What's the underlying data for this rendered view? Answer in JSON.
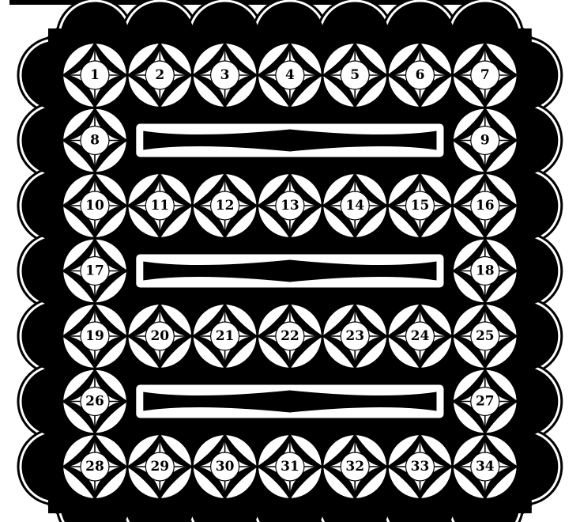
{
  "diagram": {
    "colors": {
      "ink": "#000000",
      "paper": "#ffffff"
    },
    "grid_rows": 7,
    "grid_cols": 7,
    "tiles": [
      {
        "label": "1",
        "row": 0,
        "col": 0
      },
      {
        "label": "2",
        "row": 0,
        "col": 1
      },
      {
        "label": "3",
        "row": 0,
        "col": 2
      },
      {
        "label": "4",
        "row": 0,
        "col": 3
      },
      {
        "label": "5",
        "row": 0,
        "col": 4
      },
      {
        "label": "6",
        "row": 0,
        "col": 5
      },
      {
        "label": "7",
        "row": 0,
        "col": 6
      },
      {
        "label": "8",
        "row": 1,
        "col": 0
      },
      {
        "label": "9",
        "row": 1,
        "col": 6
      },
      {
        "label": "10",
        "row": 2,
        "col": 0
      },
      {
        "label": "11",
        "row": 2,
        "col": 1
      },
      {
        "label": "12",
        "row": 2,
        "col": 2
      },
      {
        "label": "13",
        "row": 2,
        "col": 3
      },
      {
        "label": "14",
        "row": 2,
        "col": 4
      },
      {
        "label": "15",
        "row": 2,
        "col": 5
      },
      {
        "label": "16",
        "row": 2,
        "col": 6
      },
      {
        "label": "17",
        "row": 3,
        "col": 0
      },
      {
        "label": "18",
        "row": 3,
        "col": 6
      },
      {
        "label": "19",
        "row": 4,
        "col": 0
      },
      {
        "label": "20",
        "row": 4,
        "col": 1
      },
      {
        "label": "21",
        "row": 4,
        "col": 2
      },
      {
        "label": "22",
        "row": 4,
        "col": 3
      },
      {
        "label": "23",
        "row": 4,
        "col": 4
      },
      {
        "label": "24",
        "row": 4,
        "col": 5
      },
      {
        "label": "25",
        "row": 4,
        "col": 6
      },
      {
        "label": "26",
        "row": 5,
        "col": 0
      },
      {
        "label": "27",
        "row": 5,
        "col": 6
      },
      {
        "label": "28",
        "row": 6,
        "col": 0
      },
      {
        "label": "29",
        "row": 6,
        "col": 1
      },
      {
        "label": "30",
        "row": 6,
        "col": 2
      },
      {
        "label": "31",
        "row": 6,
        "col": 3
      },
      {
        "label": "32",
        "row": 6,
        "col": 4
      },
      {
        "label": "33",
        "row": 6,
        "col": 5
      },
      {
        "label": "34",
        "row": 6,
        "col": 6
      }
    ],
    "panels": [
      {
        "between_rows": [
          1,
          1
        ]
      },
      {
        "between_rows": [
          3,
          3
        ]
      },
      {
        "between_rows": [
          5,
          5
        ]
      }
    ]
  }
}
